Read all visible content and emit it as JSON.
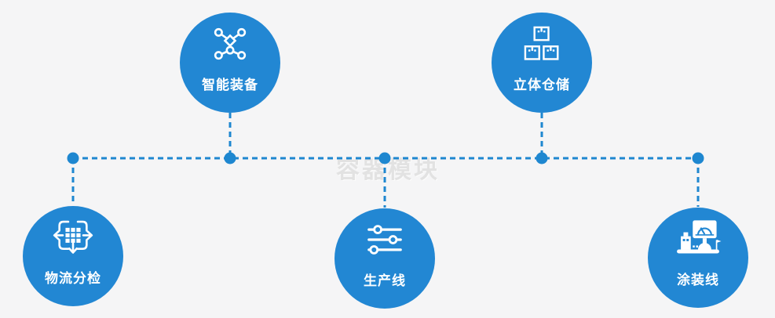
{
  "watermark": "容器模块",
  "colors": {
    "background": "#f5f5f6",
    "node_blue": "#2287d3",
    "connector_blue": "#1e87d0",
    "label_text": "#ffffff",
    "watermark_gray": "#e2e2e2"
  },
  "nodes": [
    {
      "id": "smart-equipment",
      "label": "智能装备",
      "icon": "network-nodes-icon",
      "row": "top"
    },
    {
      "id": "stereo-warehouse",
      "label": "立体仓储",
      "icon": "stacked-boxes-icon",
      "row": "top"
    },
    {
      "id": "logistics-sorting",
      "label": "物流分检",
      "icon": "sorting-arrows-icon",
      "row": "bottom"
    },
    {
      "id": "production-line",
      "label": "生产线",
      "icon": "sliders-icon",
      "row": "bottom"
    },
    {
      "id": "painting-line",
      "label": "涂装线",
      "icon": "machine-monitor-icon",
      "row": "bottom"
    }
  ]
}
